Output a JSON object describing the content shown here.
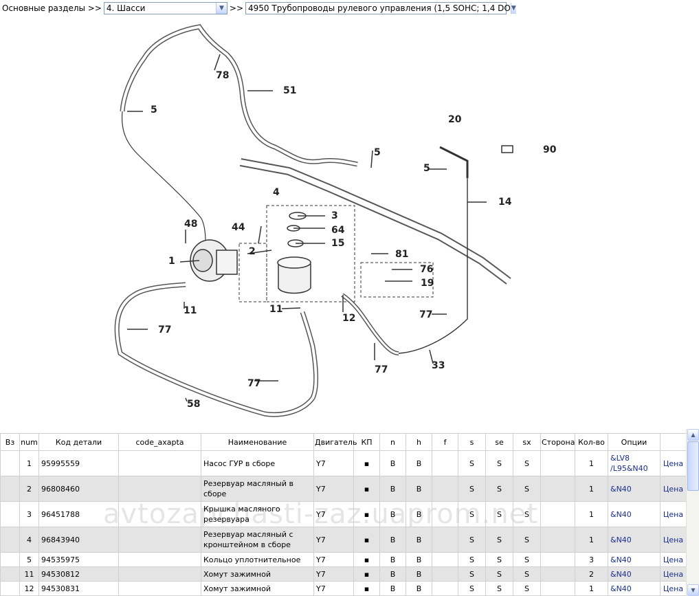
{
  "nav": {
    "label": "Основные разделы >>",
    "section": "4. Шасси",
    "separator": ">>",
    "subsection": "4950 Трубопроводы рулевого управления (1,5 SOHC; 1,4 DO"
  },
  "diagram": {
    "callouts": [
      "1",
      "2",
      "3",
      "4",
      "5",
      "5",
      "5",
      "11",
      "11",
      "12",
      "14",
      "15",
      "19",
      "20",
      "33",
      "44",
      "48",
      "51",
      "58",
      "64",
      "76",
      "77",
      "77",
      "77",
      "77",
      "78",
      "81",
      "90"
    ]
  },
  "table": {
    "headers": [
      "Вз",
      "num",
      "Код детали",
      "code_axapta",
      "Наименование",
      "Двигатель",
      "КП",
      "n",
      "h",
      "f",
      "s",
      "se",
      "sx",
      "Сторона",
      "Кол-во",
      "Опции",
      ""
    ],
    "rows": [
      {
        "vz": "",
        "num": "1",
        "code": "95995559",
        "axapta": "",
        "name": "Насос ГУР в сборе",
        "engine": "Y7",
        "kp": "▪",
        "n": "B",
        "h": "B",
        "f": "",
        "s": "S",
        "se": "S",
        "sx": "S",
        "side": "",
        "qty": "1",
        "options": "&LV8 /L95&N40",
        "price": "Цена"
      },
      {
        "vz": "",
        "num": "2",
        "code": "96808460",
        "axapta": "",
        "name": "Резервуар масляный в сборе",
        "engine": "Y7",
        "kp": "▪",
        "n": "B",
        "h": "B",
        "f": "",
        "s": "S",
        "se": "S",
        "sx": "S",
        "side": "",
        "qty": "1",
        "options": "&N40",
        "price": "Цена"
      },
      {
        "vz": "",
        "num": "3",
        "code": "96451788",
        "axapta": "",
        "name": "Крышка масляного резервуара",
        "engine": "Y7",
        "kp": "▪",
        "n": "B",
        "h": "B",
        "f": "",
        "s": "S",
        "se": "S",
        "sx": "S",
        "side": "",
        "qty": "1",
        "options": "&N40",
        "price": "Цена"
      },
      {
        "vz": "",
        "num": "4",
        "code": "96843940",
        "axapta": "",
        "name": "Резервуар масляный с кронштейном в сборе",
        "engine": "Y7",
        "kp": "▪",
        "n": "B",
        "h": "B",
        "f": "",
        "s": "S",
        "se": "S",
        "sx": "S",
        "side": "",
        "qty": "1",
        "options": "&N40",
        "price": "Цена"
      },
      {
        "vz": "",
        "num": "5",
        "code": "94535975",
        "axapta": "",
        "name": "Кольцо уплотнительное",
        "engine": "Y7",
        "kp": "▪",
        "n": "B",
        "h": "B",
        "f": "",
        "s": "S",
        "se": "S",
        "sx": "S",
        "side": "",
        "qty": "3",
        "options": "&N40",
        "price": "Цена"
      },
      {
        "vz": "",
        "num": "11",
        "code": "94530812",
        "axapta": "",
        "name": "Хомут зажимной",
        "engine": "Y7",
        "kp": "▪",
        "n": "B",
        "h": "B",
        "f": "",
        "s": "S",
        "se": "S",
        "sx": "S",
        "side": "",
        "qty": "2",
        "options": "&N40",
        "price": "Цена"
      },
      {
        "vz": "",
        "num": "12",
        "code": "94530831",
        "axapta": "",
        "name": "Хомут зажимной",
        "engine": "Y7",
        "kp": "▪",
        "n": "B",
        "h": "B",
        "f": "",
        "s": "S",
        "se": "S",
        "sx": "S",
        "side": "",
        "qty": "1",
        "options": "&N40",
        "price": "Цена"
      }
    ]
  },
  "watermark": "avtozapchasti-zaz.uaprom.net",
  "scrollbar": {
    "up_icon": "scroll-up-icon",
    "down_icon": "scroll-down-icon"
  }
}
